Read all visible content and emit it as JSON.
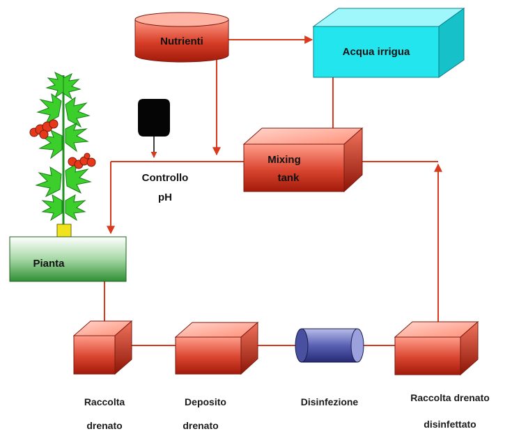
{
  "nodes": {
    "nutrienti": {
      "label": "Nutrienti"
    },
    "acqua_irrigua": {
      "label": "Acqua irrigua"
    },
    "mixing_tank": {
      "label_line1": "Mixing",
      "label_line2": "tank"
    },
    "controllo_ph": {
      "label_line1": "Controllo",
      "label_line2": "pH"
    },
    "pianta": {
      "label": "Pianta"
    },
    "raccolta_drenato": {
      "label_line1": "Raccolta",
      "label_line2": "drenato"
    },
    "deposito_drenato": {
      "label_line1": "Deposito",
      "label_line2": "drenato"
    },
    "disinfezione": {
      "label": "Disinfezione"
    },
    "raccolta_drenato_disinfettato": {
      "label_line1": "Raccolta drenato",
      "label_line2": "disinfettato"
    }
  },
  "colors": {
    "flow_line": "#d9391c",
    "box_red_top": "#ff9a86",
    "box_red_bottom": "#a11a0a",
    "box_cyan": "#22e5ee",
    "box_green_bottom": "#3a9f3a",
    "cylinder_blue": "#3a3f8f",
    "leaf_green": "#3ccf2c",
    "tomato_red": "#e6391c",
    "pot_yellow": "#f0e21c"
  }
}
